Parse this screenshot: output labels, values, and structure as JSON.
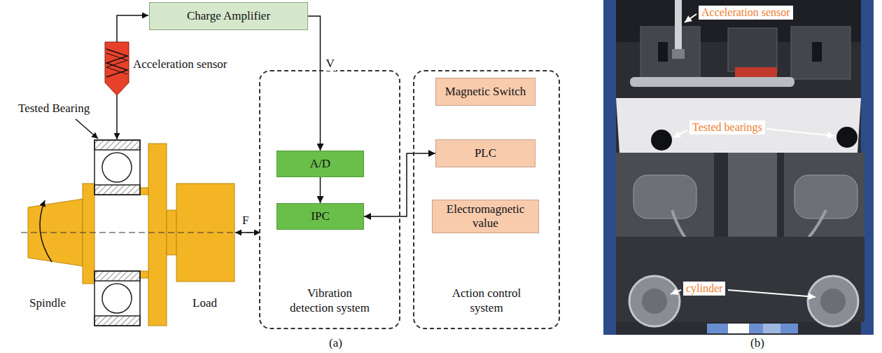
{
  "diagram": {
    "nodes": [
      {
        "text": [
          "Charge Amplifier"
        ]
      },
      {
        "text": [
          "Vibration detection system"
        ]
      },
      {
        "text": [
          "A/D"
        ],
        "in": 1
      },
      {
        "text": [
          "IPC"
        ],
        "in": 1
      },
      {
        "text": [
          "Action control system"
        ]
      },
      {
        "text": [
          "Magnetic Switch"
        ],
        "in": 4
      },
      {
        "text": [
          "PLC"
        ],
        "in": 4
      },
      {
        "text": [
          "Electromagnetic value"
        ],
        "in": 4
      }
    ],
    "edges": [
      {
        "from": 0,
        "to": 2,
        "arrow": "to",
        "label": "V"
      },
      {
        "from": 2,
        "to": 3,
        "arrow": "to"
      },
      {
        "from": 3,
        "to": 6,
        "arrow": "both"
      }
    ],
    "labels": [
      "Acceleration sensor",
      "Tested Bearing",
      "Spindle",
      "Load",
      "F",
      "(a)",
      "Acceleration sensor",
      "Tested bearings",
      "cylinder",
      "(b)"
    ]
  }
}
